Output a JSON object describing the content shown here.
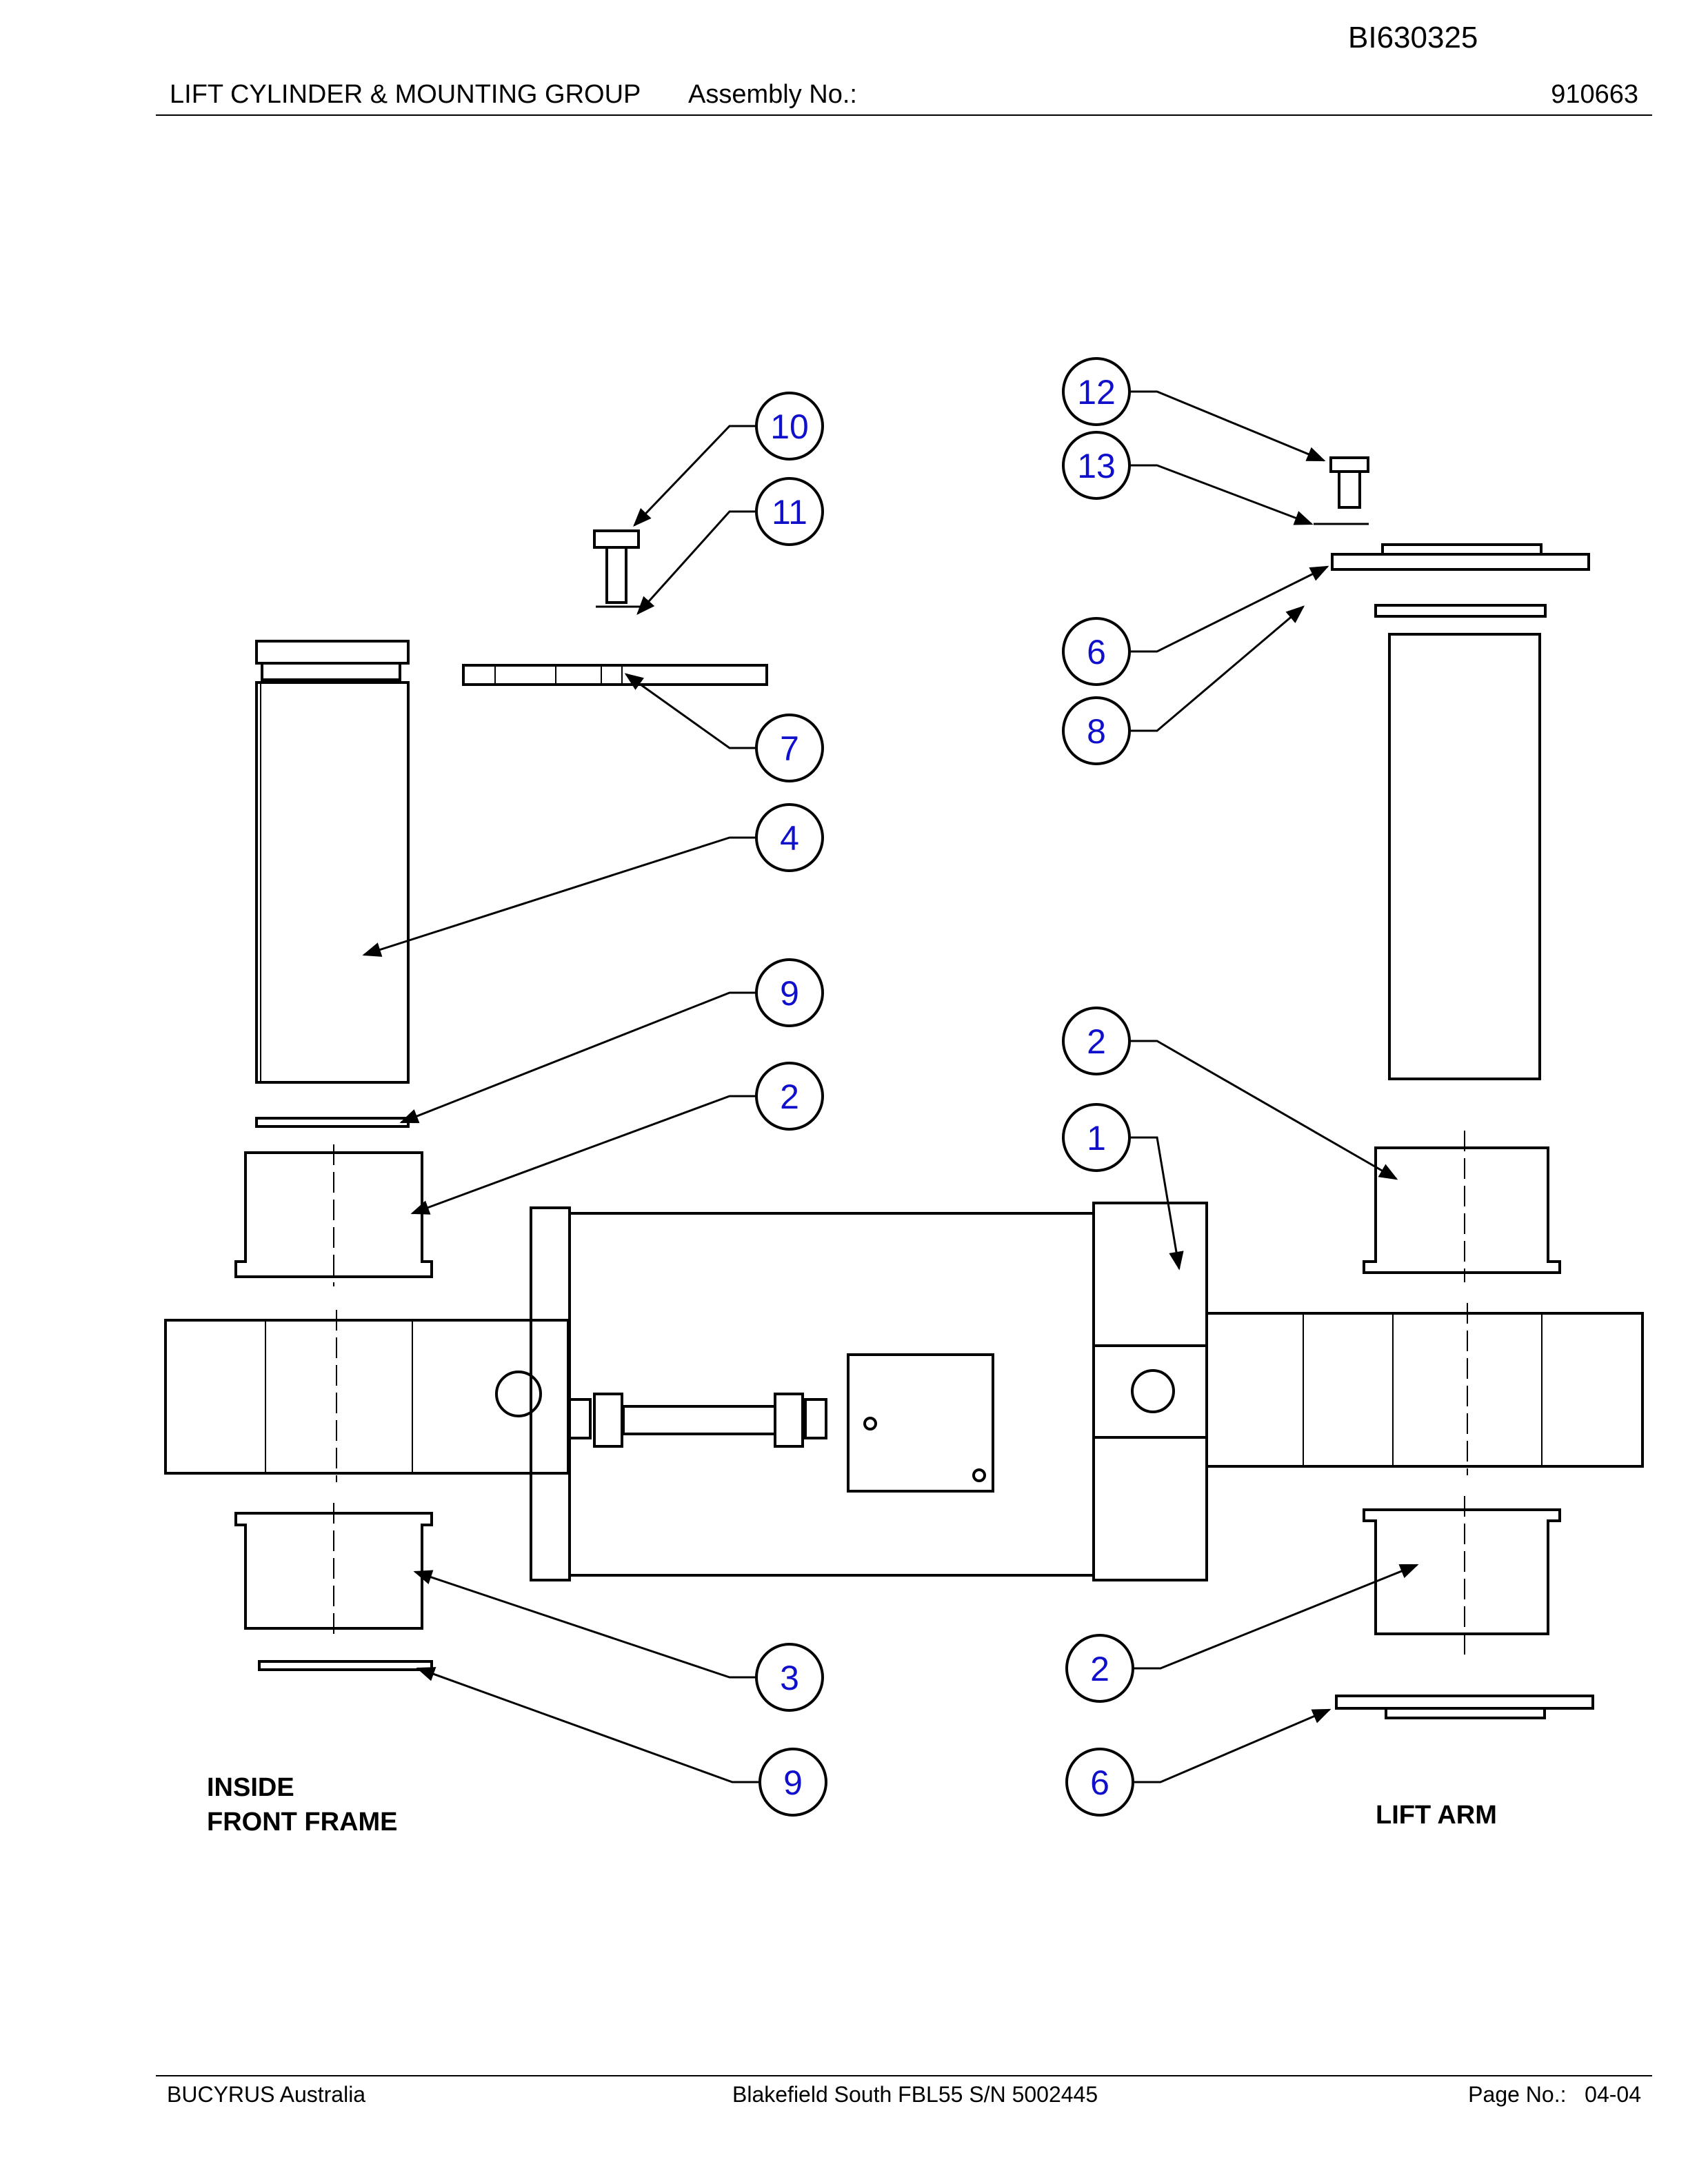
{
  "document_id": "BI630325",
  "header": {
    "title": "LIFT CYLINDER & MOUNTING GROUP",
    "assembly_label": "Assembly No.:",
    "assembly_number": "910663"
  },
  "captions": {
    "left_line1": "INSIDE",
    "left_line2": "FRONT FRAME",
    "right": "LIFT ARM"
  },
  "callouts": [
    "10",
    "11",
    "12",
    "13",
    "6",
    "8",
    "7",
    "4",
    "9",
    "2",
    "2",
    "1",
    "3",
    "9",
    "2",
    "6"
  ],
  "footer": {
    "company": "BUCYRUS Australia",
    "machine": "Blakefield South FBL55 S/N 5002445",
    "page_label": "Page No.:",
    "page_number": "04-04"
  }
}
